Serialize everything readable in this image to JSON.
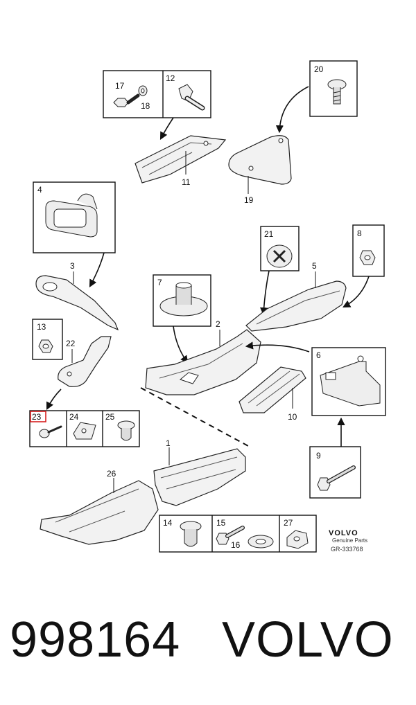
{
  "callouts": {
    "c1": "1",
    "c2": "2",
    "c3": "3",
    "c4": "4",
    "c5": "5",
    "c6": "6",
    "c7": "7",
    "c8": "8",
    "c9": "9",
    "c10": "10",
    "c11": "11",
    "c12": "12",
    "c13": "13",
    "c14": "14",
    "c15": "15",
    "c16": "16",
    "c17": "17",
    "c18": "18",
    "c19": "19",
    "c20": "20",
    "c21": "21",
    "c22": "22",
    "c23": "23",
    "c24": "24",
    "c25": "25",
    "c26": "26",
    "c27": "27"
  },
  "highlighted_callout": "23",
  "highlight_color": "#d62020",
  "brand_block": {
    "logo": "VOLVO",
    "subtitle": "Genuine Parts",
    "reference": "GR-333768"
  },
  "footer": {
    "part_number": "998164",
    "brand": "VOLVO"
  }
}
